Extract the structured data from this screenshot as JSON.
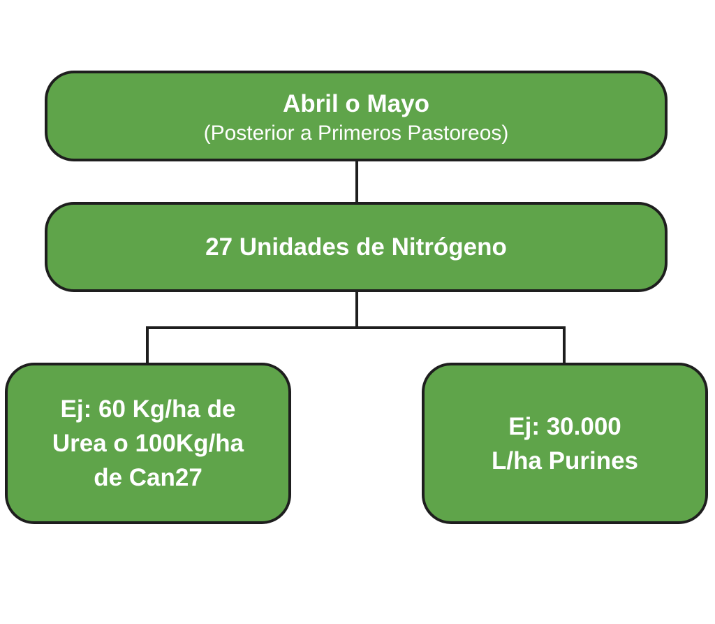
{
  "colors": {
    "box_fill": "#5fa44a",
    "border": "#1e1e1e",
    "text": "#ffffff"
  },
  "nodes": {
    "top": {
      "title": "Abril o Mayo",
      "subtitle": "(Posterior a Primeros Pastoreos)"
    },
    "middle": {
      "title": "27 Unidades de Nitrógeno"
    },
    "left": {
      "lines": [
        "Ej: 60 Kg/ha de",
        "Urea o 100Kg/ha",
        "de Can27"
      ]
    },
    "right": {
      "lines": [
        "Ej: 30.000",
        "L/ha Purines"
      ]
    }
  }
}
